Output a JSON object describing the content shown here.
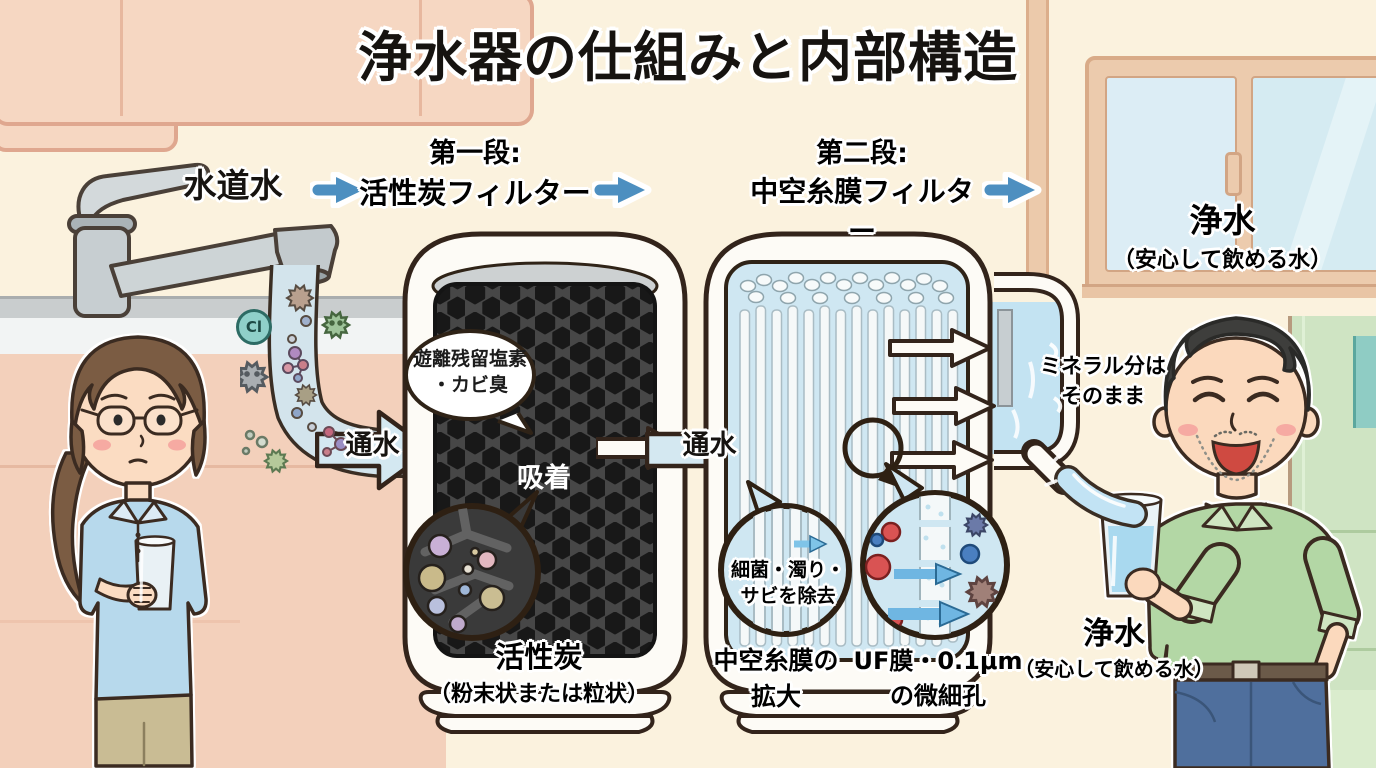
{
  "title": "浄水器の仕組みと内部構造",
  "flow": {
    "tap_water": "水道水",
    "stage1_line1": "第一段:",
    "stage1_line2": "活性炭フィルター",
    "stage2_line1": "第二段:",
    "stage2_line2": "中空糸膜フィルター",
    "result_line1": "浄水",
    "result_line2": "（安心して飲める水）"
  },
  "stage1": {
    "pass_label": "通水",
    "bubble_line1": "遊離残留塩素",
    "bubble_line2": "・カビ臭",
    "adsorption": "吸着",
    "caption_line1": "活性炭",
    "caption_line2": "（粉末状または粒状）"
  },
  "stage2": {
    "pass_label": "通水",
    "remove_line1": "細菌・濁り・",
    "remove_line2": "サビを除去",
    "zoom_left_line1": "中空糸膜の",
    "zoom_left_line2": "拡大",
    "zoom_right_line1": "UF膜・0.1μm",
    "zoom_right_line2": "の微細孔"
  },
  "output": {
    "mineral_line1": "ミネラル分は",
    "mineral_line2": "そのまま",
    "result_line1": "浄水",
    "result_line2": "（安心して飲める水）"
  },
  "badges": {
    "chlorine": "Cl"
  },
  "colors": {
    "background": "#fbf2de",
    "cabinet_pink": "#f6d7c2",
    "outline_dark": "#33241b",
    "flow_arrow_blue": "#4d8fc0",
    "pass_arrow_fill": "#d4e8f1",
    "water_blue": "#c3e3f2",
    "carbon_dark": "#474747",
    "filter_body": "#fdfbf6",
    "window_glass": "#dcedf5",
    "woman_shirt": "#b7d9ec",
    "man_shirt": "#b3d7a5"
  }
}
